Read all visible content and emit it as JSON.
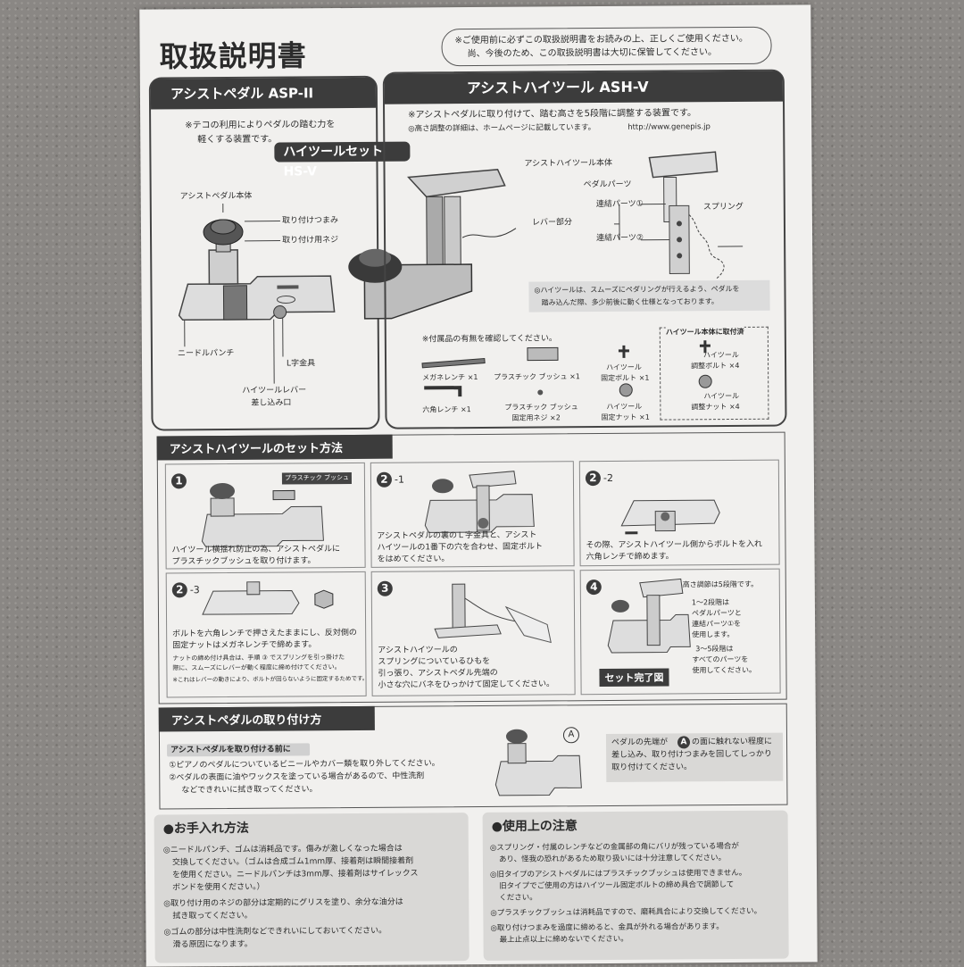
{
  "title": "取扱説明書",
  "notice": [
    "※ご使用前に必ずこの取扱説明書をお読みの上、正しくご使用ください。",
    "尚、今後のため、この取扱説明書は大切に保管してください。"
  ],
  "asp": {
    "header": "アシストペダル ASP-II",
    "desc": [
      "※テコの利用によりペダルの踏む力を",
      "軽くする装置です。"
    ],
    "body_label": "アシストペダル本体",
    "parts": [
      "取り付けつまみ",
      "取り付け用ネジ",
      "ニードルパンチ",
      "L字金具",
      "ハイツールレバー",
      "差し込み口"
    ]
  },
  "hs": {
    "label": "ハイツールセット HS-V"
  },
  "ash": {
    "header": "アシストハイツール ASH-V",
    "desc": "※アシストペダルに取り付けて、踏む高さを5段階に調整する装置です。",
    "detail": "◎高さ調整の詳細は、ホームページに記載しています。",
    "url": "http://www.genepis.jp",
    "body_label": "アシストハイツール本体",
    "parts": [
      "ペダルパーツ",
      "連結パーツ①",
      "レバー部分",
      "連結パーツ②",
      "スプリング"
    ],
    "note": [
      "◎ハイツールは、スムーズにペダリングが行えるよう、ペダルを",
      "踏み込んだ際、多少前後に動く仕様となっております。"
    ],
    "acc_title": "※付属品の有無を確認してください。",
    "accessories": [
      "メガネレンチ ×1",
      "プラスチック ブッシュ ×1",
      "ハイツール",
      "固定ボルト ×1",
      "六角レンチ ×1",
      "プラスチック ブッシュ",
      "固定用ネジ ×2",
      "ハイツール",
      "固定ナット ×1"
    ],
    "pre_title": "ハイツール本体に取付済",
    "pre_items": [
      "ハイツール",
      "調整ボルト ×4",
      "ハイツール",
      "調整ナット ×4"
    ]
  },
  "setup": {
    "title": "アシストハイツールのセット方法",
    "step_nums": [
      "1",
      "2",
      "2",
      "2",
      "3",
      "4"
    ],
    "step_subs": [
      "-1",
      "-2",
      "-3"
    ],
    "bush_label": "プラスチック ブッシュ",
    "s1": [
      "ハイツール横揺れ防止の為、アシストペダルに",
      "プラスチックブッシュを取り付けます。"
    ],
    "s2_1": [
      "アシストペダルの裏のＬ字金具と、アシスト",
      "ハイツールの1番下の穴を合わせ、固定ボルト",
      "をはめてください。"
    ],
    "s2_2": [
      "その際、アシストハイツール側からボルトを入れ",
      "六角レンチで締めます。"
    ],
    "s2_3": [
      "ボルトを六角レンチで押さえたままにし、反対側の",
      "固定ナットはメガネレンチで締めます。",
      "ナットの締め付け具合は、手順 ③ でスプリングを引っ掛けた",
      "際に、スムーズにレバーが動く程度に締め付けてください。",
      "※これはレバーの動きにより、ボルトが回らないように固定するためです。"
    ],
    "s3": [
      "アシストハイツールの",
      "スプリングについているひもを",
      "引っ張り、アシストペダル先端の",
      "小さな穴にバネをひっかけて固定してください。"
    ],
    "s4": [
      "高さ調節は5段階です。",
      "1～2段階は",
      "ペダルパーツと",
      "連結パーツ①を",
      "使用します。",
      "3～5段階は",
      "すべてのパーツを",
      "使用してください。"
    ],
    "complete": "セット完了図"
  },
  "attach": {
    "title": "アシストペダルの取り付け方",
    "sub": "アシストペダルを取り付ける前に",
    "lines": [
      "①ピアノのペダルについているビニールやカバー類を取り外してください。",
      "②ペダルの表面に油やワックスを塗っている場合があるので、中性洗剤",
      "などできれいに拭き取ってください。"
    ],
    "marker": "A",
    "right": [
      "ペダルの先端が",
      "の面に触れない程度に",
      "差し込み、取り付けつまみを回してしっかり",
      "取り付けてください。"
    ]
  },
  "care": {
    "title": "●お手入れ方法",
    "lines": [
      "◎ニードルパンチ、ゴムは消耗品です。傷みが激しくなった場合は",
      "交換してください。（ゴムは合成ゴム1mm厚、接着剤は瞬間接着剤",
      "を使用ください。ニードルパンチは3mm厚、接着剤はサイレックス",
      "ボンドを使用ください。）",
      "◎取り付け用のネジの部分は定期的にグリスを塗り、余分な油分は",
      "拭き取ってください。",
      "◎ゴムの部分は中性洗剤などできれいにしておいてください。",
      "滑る原因になります。"
    ]
  },
  "caution": {
    "title": "●使用上の注意",
    "lines": [
      "◎スプリング・付属のレンチなどの金属部の角にバリが残っている場合が",
      "あり、怪我の恐れがあるため取り扱いには十分注意してください。",
      "◎旧タイプのアシストペダルにはプラスチックブッシュは使用できません。",
      "旧タイプでご使用の方はハイツール固定ボルトの締め具合で調節して",
      "ください。",
      "◎プラスチックブッシュは消耗品ですので、磨耗具合により交換してください。",
      "◎取り付けつまみを過度に締めると、金具が外れる場合があります。",
      "最上止点以上に締めないでください。"
    ]
  }
}
